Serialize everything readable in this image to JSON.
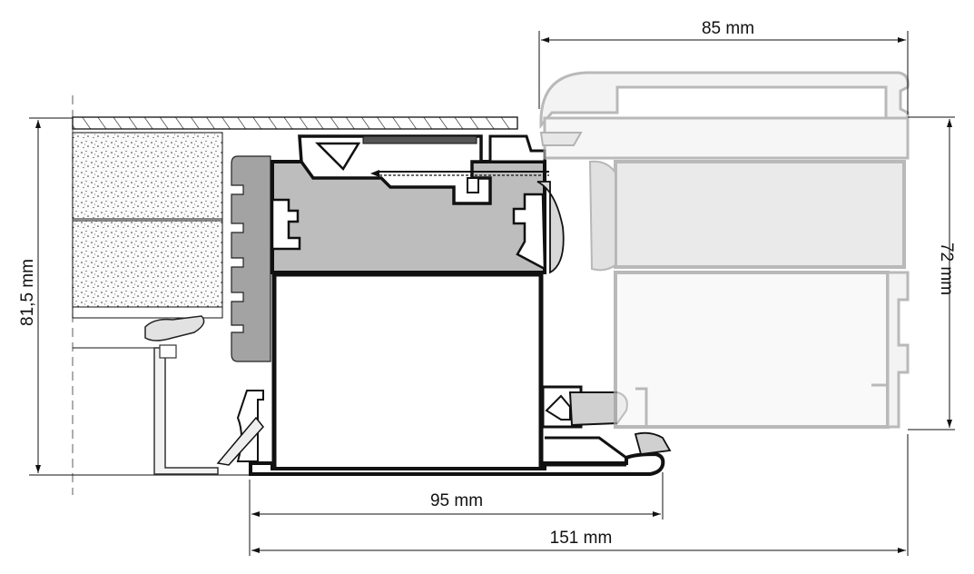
{
  "dimensions": {
    "top_width": "85 mm",
    "inner_width": "95 mm",
    "total_width": "151 mm",
    "left_height": "81,5 mm",
    "right_height": "72 mm"
  },
  "colors": {
    "line": "#111111",
    "profile_fill": "#ffffff",
    "thermal_insert": "#bdbdbd",
    "gasket": "#8f8f8f",
    "ghost_profile": "#a8a8a8",
    "ghost_fill": "#e6e6e6",
    "insulation_dots": "#333333"
  }
}
